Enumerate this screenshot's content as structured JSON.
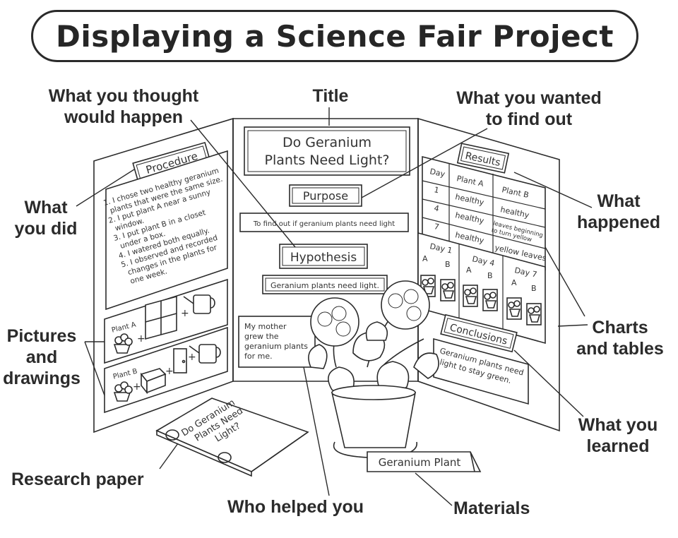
{
  "header": {
    "title": "Displaying a Science Fair Project"
  },
  "callouts": {
    "what_you_thought": "What you thought\nwould happen",
    "title": "Title",
    "what_you_wanted": "What you wanted\nto find out",
    "what_you_did": "What\nyou did",
    "what_happened": "What\nhappened",
    "pictures": "Pictures\nand\ndrawings",
    "charts": "Charts\nand tables",
    "what_you_learned": "What you\nlearned",
    "research_paper": "Research paper",
    "who_helped": "Who helped you",
    "materials": "Materials"
  },
  "board": {
    "procedure_heading": "Procedure",
    "procedure_lines": [
      "1. I chose two healthy geranium",
      "plants that were the same size.",
      "2. I put plant A near a sunny",
      "window.",
      "3. I put plant B in a closet",
      "under a box.",
      "4. I watered both equally.",
      "5. I observed and recorded",
      "changes in the plants for",
      "one week."
    ],
    "plant_a_label": "Plant A",
    "plant_b_label": "Plant B",
    "project_title_line1": "Do Geranium",
    "project_title_line2": "Plants Need Light?",
    "purpose_heading": "Purpose",
    "purpose_text": "To find out if geranium plants need light",
    "hypothesis_heading": "Hypothesis",
    "hypothesis_text": "Geranium plants need light.",
    "helper_note": [
      "My mother",
      "grew the",
      "geranium plants",
      "for me."
    ],
    "results_heading": "Results",
    "results_table": {
      "headers": [
        "Day",
        "Plant A",
        "Plant B"
      ],
      "rows": [
        [
          "1",
          "healthy",
          "healthy"
        ],
        [
          "4",
          "healthy",
          "leaves beginning to turn yellow"
        ],
        [
          "7",
          "healthy",
          "yellow leaves"
        ]
      ]
    },
    "picture_days": [
      "Day 1",
      "Day 4",
      "Day 7"
    ],
    "ab_labels": [
      "A",
      "B"
    ],
    "conclusions_heading": "Conclusions",
    "conclusions_lines": [
      "Geranium plants need",
      "light to stay green."
    ]
  },
  "research_paper": {
    "cover_lines": [
      "Do Geranium",
      "Plants Need",
      "Light?"
    ]
  },
  "plant_sign": "Geranium Plant",
  "colors": {
    "ink": "#2b2b2b",
    "paper": "#ffffff"
  }
}
